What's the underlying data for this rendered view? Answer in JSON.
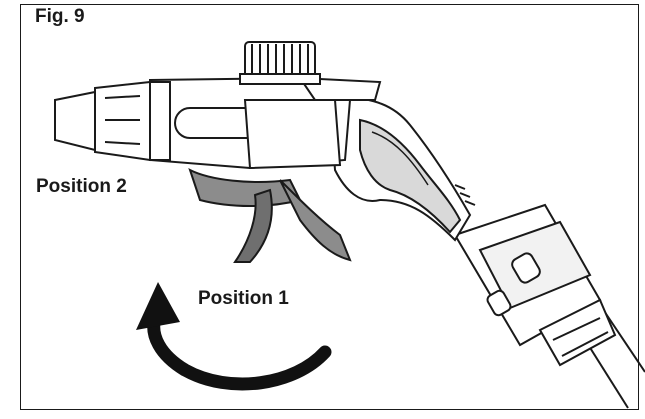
{
  "figure": {
    "label": "Fig. 9",
    "labels": {
      "position_2": "Position 2",
      "position_1": "Position 1"
    },
    "colors": {
      "outline": "#1a1a1a",
      "trigger_fill": "#8c8c8c",
      "trigger_dark": "#6f6f6f",
      "grip_fill": "#d9d9d9",
      "arrow": "#111111"
    },
    "icons": [
      "rotation-arrow-icon"
    ]
  }
}
